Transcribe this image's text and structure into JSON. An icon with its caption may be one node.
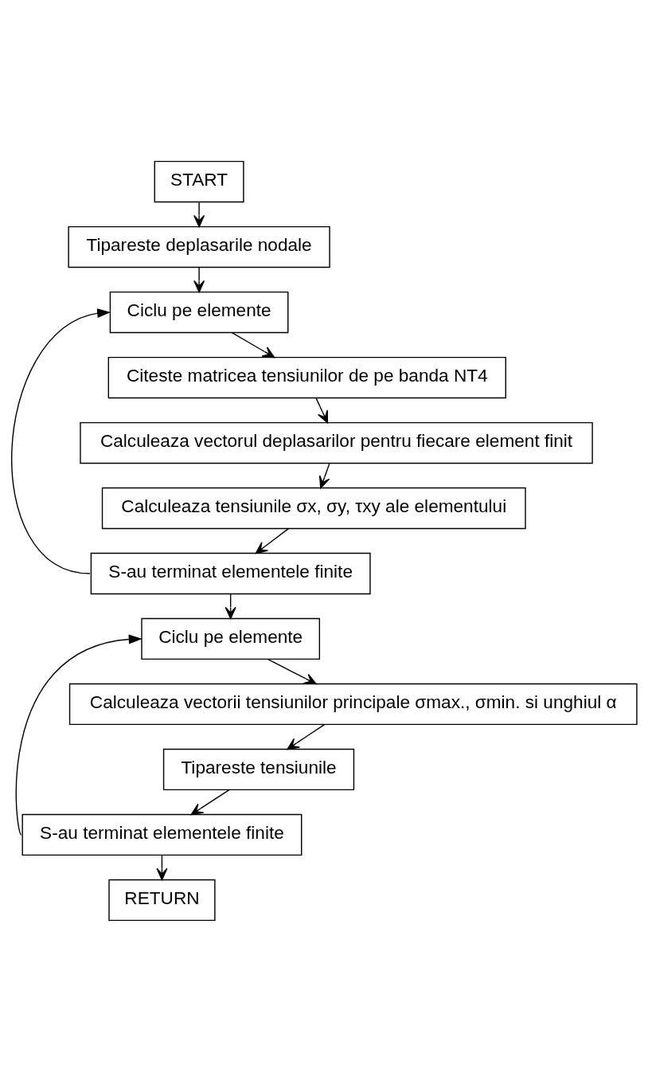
{
  "diagram": {
    "nodes": [
      {
        "text": [
          "START"
        ]
      },
      {
        "text": [
          "Tipareste deplasarile nodale"
        ]
      },
      {
        "text": [
          "Ciclu pe elemente"
        ]
      },
      {
        "text": [
          "Citeste matricea tensiunilor de pe banda NT4"
        ]
      },
      {
        "text": [
          "Calculeaza vectorul deplasarilor pentru fiecare element finit"
        ]
      },
      {
        "text": [
          "Calculeaza tensiunile σx, σy, τxy ale elementului"
        ]
      },
      {
        "text": [
          "S-au terminat elementele finite"
        ]
      },
      {
        "text": [
          "Ciclu pe elemente"
        ]
      },
      {
        "text": [
          "Calculeaza vectorii tensiunilor principale σmax., σmin. si unghiul α"
        ]
      },
      {
        "text": [
          "Tipareste tensiunile"
        ]
      },
      {
        "text": [
          "S-au terminat elementele finite"
        ]
      },
      {
        "text": [
          "RETURN"
        ]
      }
    ],
    "edges": [
      {
        "from": 0,
        "to": 1,
        "arrow": "to"
      },
      {
        "from": 1,
        "to": 2,
        "arrow": "to"
      },
      {
        "from": 2,
        "to": 3,
        "arrow": "to"
      },
      {
        "from": 3,
        "to": 4,
        "arrow": "to"
      },
      {
        "from": 4,
        "to": 5,
        "arrow": "to"
      },
      {
        "from": 5,
        "to": 6,
        "arrow": "to"
      },
      {
        "from": 6,
        "to": 2,
        "arrow": "to"
      },
      {
        "from": 6,
        "to": 7,
        "arrow": "to"
      },
      {
        "from": 7,
        "to": 8,
        "arrow": "to"
      },
      {
        "from": 8,
        "to": 9,
        "arrow": "to"
      },
      {
        "from": 9,
        "to": 10,
        "arrow": "to"
      },
      {
        "from": 10,
        "to": 7,
        "arrow": "to"
      },
      {
        "from": 10,
        "to": 11,
        "arrow": "to"
      }
    ]
  }
}
